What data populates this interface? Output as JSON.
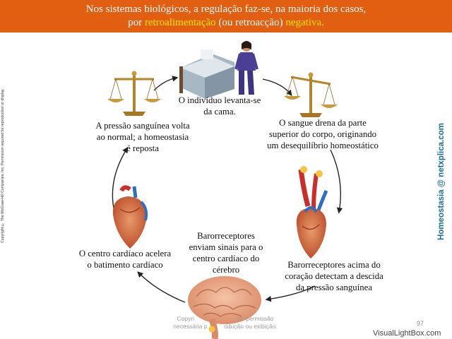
{
  "header": {
    "line1": "Nos sistemas biológicos, a regulação faz-se, na maioria dos casos,",
    "line2_pre": "por ",
    "line2_hl1": "retroalimentação",
    "line2_mid": " (ou retroacção) ",
    "line2_hl2": "negativa.",
    "colors": {
      "background": "#e25e10",
      "text": "#ffffff",
      "highlight": "#ffe600"
    }
  },
  "steps": {
    "stand_up": {
      "line1": "O indivíduo levanta-se",
      "line2": "da cama."
    },
    "blood_drains": {
      "line1": "O sangue drena da parte",
      "line2": "superior do corpo, originando",
      "line3": "um desequilíbrio homeostático"
    },
    "baro_detect": {
      "line1": "Barorreceptores acima do",
      "line2": "coração detectam a descida",
      "line3": "da pressão sanguínea"
    },
    "baro_signal": {
      "line1": "Barorreceptores",
      "line2": "enviam sinais para o",
      "line3": "centro cardíaco do",
      "line4": "cérebro"
    },
    "heart_accel": {
      "line1": "O centro cardíaco acelera",
      "line2": "o batimento cardíaco"
    },
    "restored": {
      "line1": "A pressão sanguínea volta",
      "line2": "ao  normal; a homeostasia",
      "line3": "é reposta"
    }
  },
  "sidebar_copyright": "Copyright © The McGraw-Hill Companies, Inc. Permission required for reproduction or display.",
  "side_brand": "Homeostasia @ netxplica.com",
  "footer": {
    "copyright_line1": "Copyri                          m: permissão",
    "copyright_line2": "necessária p          odução ou exibição.",
    "page_number": "97",
    "watermark": "VisualLightBox.com"
  },
  "icons": [
    "balance-scale-icon",
    "bed-person-icon",
    "artery-heart-icon",
    "heart-icon",
    "brain-icon",
    "cycle-arrow-icon"
  ]
}
